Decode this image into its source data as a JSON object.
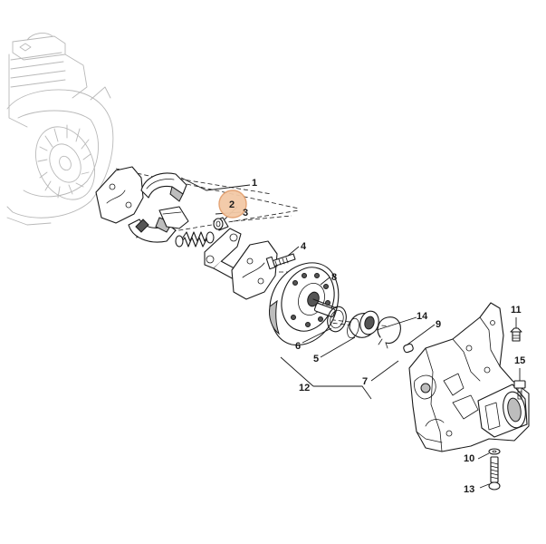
{
  "callouts": {
    "c1": "1",
    "c2": "2",
    "c3": "3",
    "c4": "4",
    "c5": "5",
    "c6": "6",
    "c7": "7",
    "c8": "8",
    "c9": "9",
    "c10": "10",
    "c11": "11",
    "c12": "12",
    "c13": "13",
    "c14": "14",
    "c15": "15"
  },
  "highlighted_callout": "2",
  "colors": {
    "highlight_fill": "#f3c9a6",
    "highlight_stroke": "#e3a06f",
    "line": "#1a1a1a",
    "ghost": "#b9b9b9"
  }
}
